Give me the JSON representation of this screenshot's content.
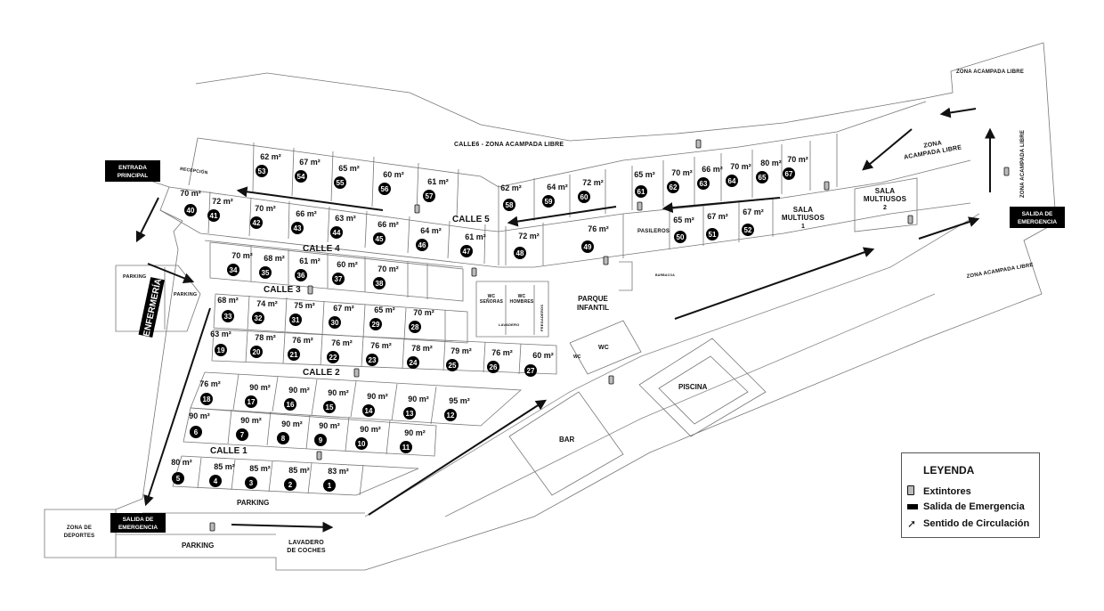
{
  "labels": {
    "calle6": "CALLE6 - ZONA ACAMPADA LIBRE",
    "calle5": "CALLE 5",
    "calle4": "CALLE 4",
    "calle3": "CALLE 3",
    "calle2": "CALLE 2",
    "calle1": "CALLE 1",
    "recepcion": "RECEPCIÓN",
    "parking": "PARKING",
    "enfermeria": "ENFERMERÍA",
    "parking_lower": "PARKING",
    "parking_bottom": "PARKING",
    "zona_deportes": [
      "ZONA DE",
      "DEPORTES"
    ],
    "lavadero": [
      "LAVADERO",
      "DE COCHES"
    ],
    "bar": "BAR",
    "piscina": "PISCINA",
    "parque": [
      "PARQUE",
      "INFANTIL"
    ],
    "wc": "WC",
    "wc_small": "WC",
    "wc_senoras": [
      "WC",
      "SEÑORAS"
    ],
    "wc_hombres": [
      "WC",
      "HOMBRES"
    ],
    "lavadero_small": "LAVADERO",
    "fregaderos": "FREGADEROS",
    "barbacoa": "BARBACOA",
    "pasileros": "PASILEROS",
    "sala1": [
      "SALA",
      "MULTIUSOS",
      "1"
    ],
    "sala2": [
      "SALA",
      "MULTIUSOS",
      "2"
    ],
    "zona_ac1": [
      "ZONA",
      "ACAMPADA LIBRE"
    ],
    "zona_ac_top": "ZONA ACAMPADA LIBRE",
    "zona_ac_right": "ZONA ACAMPADA LIBRE",
    "zona_ac_bottom": "ZONA ACAMPADA LIBRE"
  },
  "exits": {
    "entrada": [
      "ENTRADA",
      "PRINCIPAL"
    ],
    "salida_left": [
      "SALIDA DE",
      "EMERGENCIA"
    ],
    "salida_right": [
      "SALIDA DE",
      "EMERGENCIA"
    ]
  },
  "plots": [
    {
      "n": "1",
      "area": "83 m²"
    },
    {
      "n": "2",
      "area": "85 m²"
    },
    {
      "n": "3",
      "area": "85 m²"
    },
    {
      "n": "4",
      "area": "85 m²"
    },
    {
      "n": "5",
      "area": "80 m²"
    },
    {
      "n": "6",
      "area": "90 m²"
    },
    {
      "n": "7",
      "area": "90 m²"
    },
    {
      "n": "8",
      "area": "90 m²"
    },
    {
      "n": "9",
      "area": "90 m²"
    },
    {
      "n": "10",
      "area": "90 m²"
    },
    {
      "n": "11",
      "area": "90 m²"
    },
    {
      "n": "12",
      "area": "95 m²"
    },
    {
      "n": "13",
      "area": "90 m²"
    },
    {
      "n": "14",
      "area": "90 m²"
    },
    {
      "n": "15",
      "area": "90 m²"
    },
    {
      "n": "16",
      "area": "90 m²"
    },
    {
      "n": "17",
      "area": "90 m²"
    },
    {
      "n": "18",
      "area": "76 m²"
    },
    {
      "n": "19",
      "area": "63 m²"
    },
    {
      "n": "20",
      "area": "78 m²"
    },
    {
      "n": "21",
      "area": "76 m²"
    },
    {
      "n": "22",
      "area": "76 m²"
    },
    {
      "n": "23",
      "area": "76 m²"
    },
    {
      "n": "24",
      "area": "78 m²"
    },
    {
      "n": "25",
      "area": "79 m²"
    },
    {
      "n": "26",
      "area": "76 m²"
    },
    {
      "n": "27",
      "area": "60 m²"
    },
    {
      "n": "28",
      "area": "70 m²"
    },
    {
      "n": "29",
      "area": "65 m²"
    },
    {
      "n": "30",
      "area": "67 m²"
    },
    {
      "n": "31",
      "area": "75 m²"
    },
    {
      "n": "32",
      "area": "74 m²"
    },
    {
      "n": "33",
      "area": "68 m²"
    },
    {
      "n": "34",
      "area": "70 m²"
    },
    {
      "n": "35",
      "area": "68 m²"
    },
    {
      "n": "36",
      "area": "61 m²"
    },
    {
      "n": "37",
      "area": "60 m²"
    },
    {
      "n": "38",
      "area": "70 m²"
    },
    {
      "n": "40",
      "area": "70 m²"
    },
    {
      "n": "41",
      "area": "72 m²"
    },
    {
      "n": "42",
      "area": "70 m²"
    },
    {
      "n": "43",
      "area": "66 m²"
    },
    {
      "n": "44",
      "area": "63 m²"
    },
    {
      "n": "45",
      "area": "66 m²"
    },
    {
      "n": "46",
      "area": "64 m²"
    },
    {
      "n": "47",
      "area": "61 m²"
    },
    {
      "n": "48",
      "area": "72 m²"
    },
    {
      "n": "49",
      "area": "76 m²"
    },
    {
      "n": "50",
      "area": "65 m²"
    },
    {
      "n": "51",
      "area": "67 m²"
    },
    {
      "n": "52",
      "area": "67 m²"
    },
    {
      "n": "53",
      "area": "62 m²"
    },
    {
      "n": "54",
      "area": "67 m²"
    },
    {
      "n": "55",
      "area": "65 m²"
    },
    {
      "n": "56",
      "area": "60 m²"
    },
    {
      "n": "57",
      "area": "61 m²"
    },
    {
      "n": "58",
      "area": "62 m²"
    },
    {
      "n": "59",
      "area": "64 m²"
    },
    {
      "n": "60",
      "area": "72 m²"
    },
    {
      "n": "61",
      "area": "65 m²"
    },
    {
      "n": "62",
      "area": "70 m²"
    },
    {
      "n": "63",
      "area": "66 m²"
    },
    {
      "n": "64",
      "area": "70 m²"
    },
    {
      "n": "65",
      "area": "80 m²"
    },
    {
      "n": "67",
      "area": "70 m²"
    }
  ],
  "legend": {
    "title": "LEYENDA",
    "extintores": "Extintores",
    "salida": "Salida de Emergencia",
    "sentido": "Sentido de Circulación"
  },
  "icons": {
    "extinguisher": "extinguisher-icon",
    "exit": "emergency-exit-icon",
    "arrow": "direction-arrow-icon"
  }
}
